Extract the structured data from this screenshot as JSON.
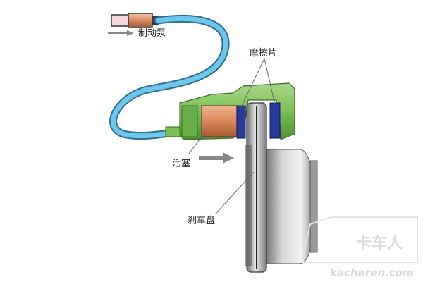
{
  "labels": {
    "master_cylinder": "制动泵",
    "brake_pads": "摩擦片",
    "piston": "活塞",
    "brake_disc": "刹车盘"
  },
  "watermark": {
    "brand_cn": "卡车人",
    "brand_site": "kacheren.com"
  },
  "colors": {
    "hose": "#6ec6e8",
    "hose_outline": "#2c6f98",
    "caliper": "#7cbf55",
    "piston": "#d9875a",
    "pad": "#2a3a9a",
    "disc": "#9b9b9b",
    "arrow": "#888888"
  }
}
